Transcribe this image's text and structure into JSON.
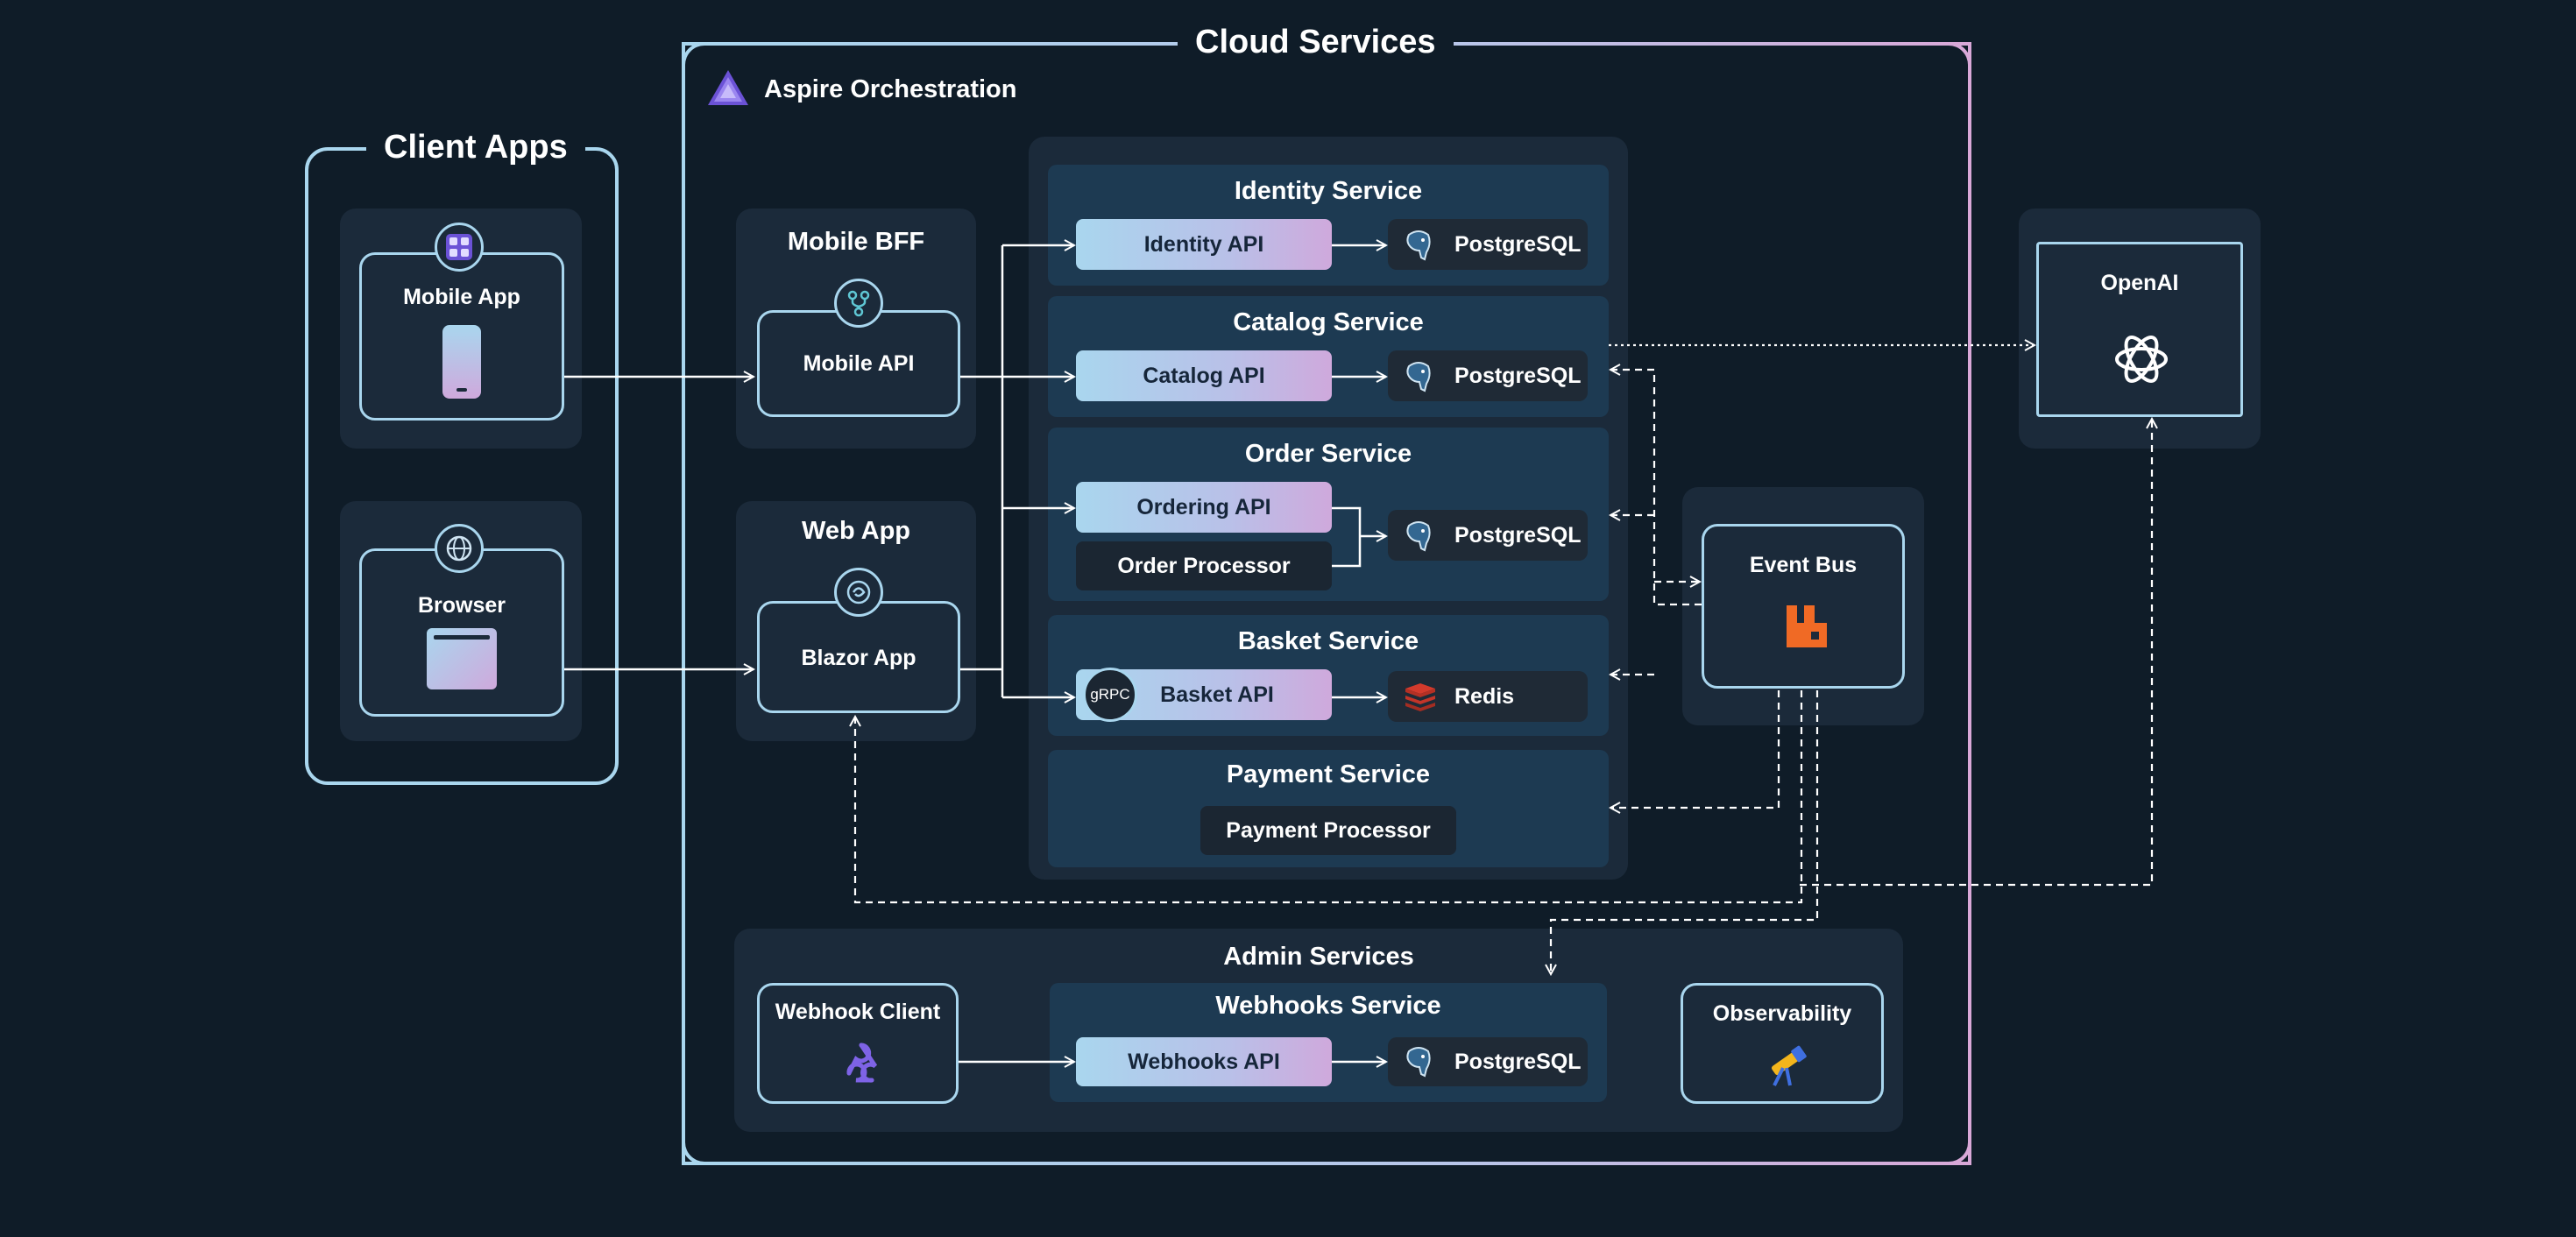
{
  "cloud": {
    "title": "Cloud Services",
    "orchestration": "Aspire Orchestration"
  },
  "client": {
    "title": "Client Apps",
    "mobile_app": "Mobile App",
    "browser": "Browser"
  },
  "bff": {
    "title": "Mobile BFF",
    "api": "Mobile API"
  },
  "webapp": {
    "title": "Web App",
    "blazor": "Blazor App"
  },
  "services": {
    "identity": {
      "title": "Identity Service",
      "api": "Identity API",
      "db": "PostgreSQL"
    },
    "catalog": {
      "title": "Catalog Service",
      "api": "Catalog API",
      "db": "PostgreSQL"
    },
    "order": {
      "title": "Order Service",
      "api": "Ordering API",
      "processor": "Order Processor",
      "db": "PostgreSQL"
    },
    "basket": {
      "title": "Basket Service",
      "api": "Basket API",
      "grpc": "gRPC",
      "db": "Redis"
    },
    "payment": {
      "title": "Payment Service",
      "processor": "Payment Processor"
    }
  },
  "event_bus": {
    "title": "Event Bus"
  },
  "openai": {
    "title": "OpenAI"
  },
  "admin": {
    "title": "Admin Services",
    "webhook_client": "Webhook Client",
    "webhooks_service": "Webhooks Service",
    "webhooks_api": "Webhooks API",
    "db": "PostgreSQL",
    "observability": "Observability"
  },
  "colors": {
    "background": "#0f1c28",
    "border": "#a9d6ee",
    "accent_pink": "#d9a8d8",
    "rabbitmq": "#f06a25",
    "redis": "#d33a2c",
    "aspire": "#6b52d6"
  },
  "icons": {
    "aspire": "aspire-logo-icon",
    "mobile_app": "mobile-app-icon",
    "browser": "globe-icon",
    "bff": "fork-icon",
    "blazor": "blazor-icon",
    "postgres": "postgresql-elephant-icon",
    "redis": "redis-stack-icon",
    "rabbitmq": "rabbitmq-icon",
    "openai": "openai-icon",
    "webhook": "webhook-icon",
    "observability": "telescope-icon"
  }
}
